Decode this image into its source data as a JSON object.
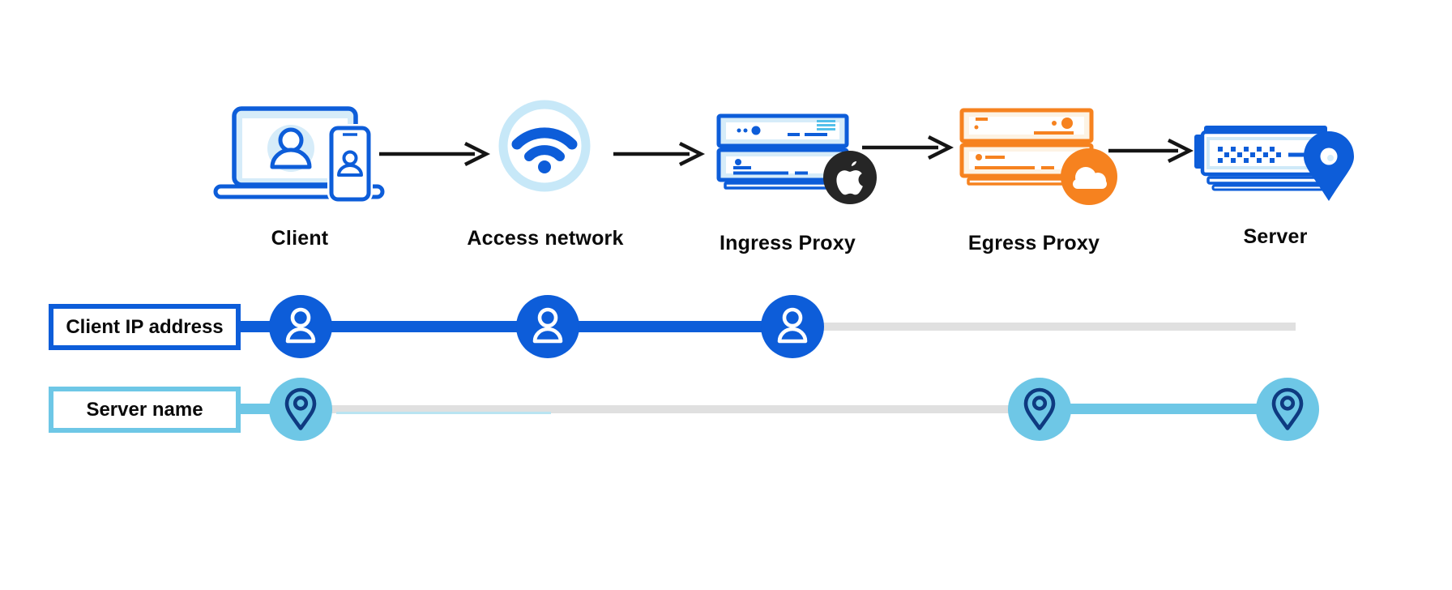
{
  "flow": {
    "nodes": [
      {
        "label": "Client",
        "icon": "client-devices-icon"
      },
      {
        "label": "Access network",
        "icon": "wifi-icon"
      },
      {
        "label": "Ingress Proxy",
        "icon": "blue-server-stack-icon",
        "badge_icon": "apple-logo-badge"
      },
      {
        "label": "Egress Proxy",
        "icon": "orange-server-stack-icon",
        "badge_icon": "cloudflare-logo-badge"
      },
      {
        "label": "Server",
        "icon": "server-location-icon"
      }
    ],
    "arrow_count": 4
  },
  "tracks": [
    {
      "label": "Client IP address",
      "marker_icon": "person-icon",
      "markers_at": [
        "Client",
        "Access network",
        "Ingress Proxy"
      ],
      "highlighted_span": [
        "Client",
        "Ingress Proxy"
      ],
      "accent": "#0d5dd9"
    },
    {
      "label": "Server name",
      "marker_icon": "location-pin-icon",
      "markers_at": [
        "Client",
        "Egress Proxy",
        "Server"
      ],
      "highlighted_span": [
        "Egress Proxy",
        "Server"
      ],
      "accent": "#6ec7e6"
    }
  ],
  "colors": {
    "blue": "#0d5dd9",
    "pale_blue": "#d6ecf9",
    "sky_blue": "#6ec7e6",
    "wifi_ring": "#c7e8f8",
    "navy": "#0e3a80",
    "orange": "#f6821f",
    "cream": "#fdf3e4",
    "track_gray": "#e0e0e0",
    "arrow_black": "#151515",
    "apple_black": "#262626"
  }
}
